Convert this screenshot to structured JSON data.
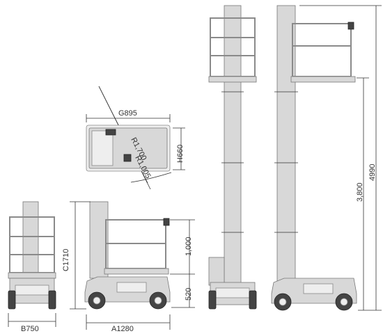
{
  "dimensions": {
    "width_b": "B750",
    "length_a": "A1280",
    "height_c": "C1710",
    "guard_height": "1,000",
    "platform_height": "520",
    "platform_width_g": "G895",
    "platform_depth_h": "H660",
    "radius_1": "R1,700",
    "radius_2": "R1,005",
    "lift_height": "3,800",
    "max_height": "4990"
  }
}
